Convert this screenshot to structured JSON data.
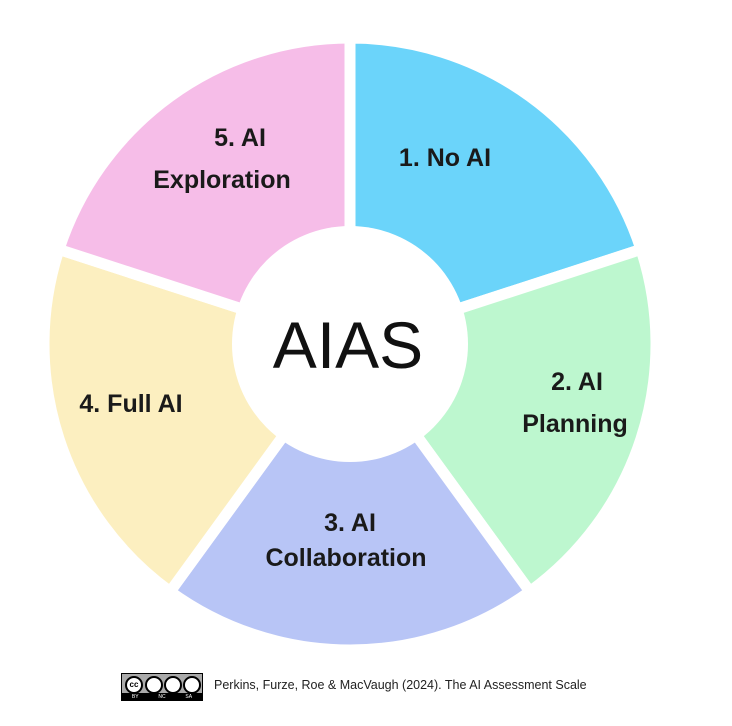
{
  "center_label": "AIAS",
  "segments": [
    {
      "lines": [
        "1. No AI"
      ],
      "color": "#6bd4fa"
    },
    {
      "lines": [
        "2. AI",
        "Planning"
      ],
      "color": "#bdf7cf"
    },
    {
      "lines": [
        "3. AI",
        "Collaboration"
      ],
      "color": "#b8c5f6"
    },
    {
      "lines": [
        "4. Full AI"
      ],
      "color": "#fcefc0"
    },
    {
      "lines": [
        "5. AI",
        "Exploration"
      ],
      "color": "#f6bde8"
    }
  ],
  "license": {
    "main": "cc",
    "terms": [
      "BY",
      "NC",
      "SA"
    ]
  },
  "credit": "Perkins, Furze, Roe & MacVaugh (2024). The AI Assessment Scale"
}
